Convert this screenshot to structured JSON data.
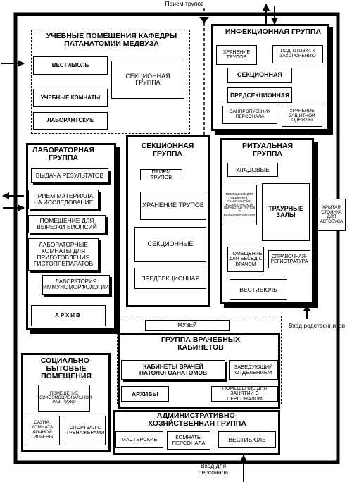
{
  "top_entry": "Прием трупов",
  "relatives_entry": "Вход родственников",
  "staff_entry": "Вход для персонала",
  "parking": "Крытая стоянка для автобуса",
  "teaching": {
    "title": "Учебные помещения кафедры патанатомии медвуза",
    "vestibule": "Вестибюль",
    "classrooms": "Учебные комнаты",
    "lab_assistants": "Лаборантские",
    "sectional": "Секционная группа"
  },
  "infectious": {
    "title": "Инфекционная группа",
    "storage": "Хранение трупов",
    "prep_burial": "Подготовка к захоронению",
    "sectional": "Секционная",
    "presectional": "Предсекционная",
    "sanitary": "Санпропускник персонала",
    "clothing": "Хранение защитной одежды"
  },
  "lab": {
    "title": "Лабораторная группа",
    "results": "Выдача результатов",
    "intake": "Прием материала на исследование",
    "biopsy": "Помещение для вырезки биопсий",
    "prep_rooms": "Лабораторные комнаты для приготовления гистопрепаратов",
    "immuno": "Лаборатория иммуноморфологии",
    "archive": "Архив"
  },
  "sectional": {
    "title": "Секционная группа",
    "reception": "Прием трупов",
    "storage": "Хранение трупов",
    "sectional_rooms": "Секционные",
    "presectional": "Предсекционная"
  },
  "ritual": {
    "title": "Ритуальная группа",
    "storerooms": "Кладовые",
    "dressing": "Помещение для одевания, санитарной и косметической обработки трупов и бальзамирования",
    "mourning": "Траурные залы",
    "talk_room": "Помещение для бесед с врачом",
    "info_desk": "Справочная-регистратура",
    "vestibule": "Вестибюль"
  },
  "museum": "Музей",
  "doctors": {
    "title": "Группа врачебных кабинетов",
    "pathologists": "Кабинеты врачей патологоанатомов",
    "head": "Заведующий отделением",
    "archives": "Архивы",
    "staff_room": "Помещение для занятий с персоналом"
  },
  "social": {
    "title": "Социально-бытовые помещения",
    "relief": "Помещение психоэмоциональной разгрузки",
    "sauna": "Сауна, комната личной гигиены",
    "gym": "Спортзал с тренажерами"
  },
  "admin": {
    "title": "Административно-хозяйственная группа",
    "workshops": "Мастерские",
    "staff_rooms": "Комнаты персонала",
    "vestibule": "Вестибюль"
  }
}
